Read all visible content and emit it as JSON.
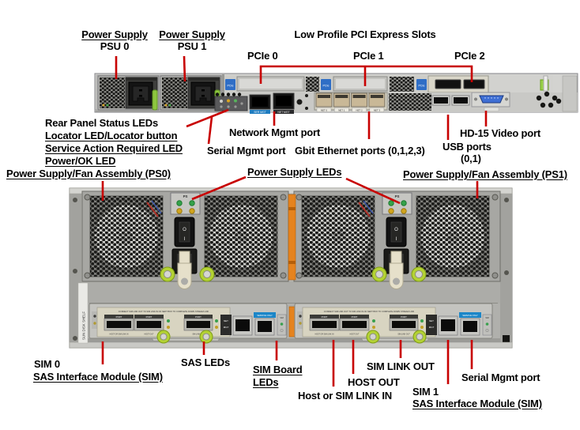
{
  "figure": {
    "callout_color": "#c80000",
    "background": "#ffffff"
  },
  "server": {
    "labels": {
      "psu0_line1": "Power Supply",
      "psu0_line2": "PSU 0",
      "psu1_line1": "Power Supply",
      "psu1_line2": "PSU 1",
      "pci_slots_title": "Low Profile PCI Express Slots",
      "pcie0": "PCIe 0",
      "pcie1": "PCIe 1",
      "pcie2": "PCIe 2",
      "rear_status": "Rear Panel Status LEDs",
      "locator": "Locator LED/Locator button",
      "service_action": "Service Action Required LED",
      "power_ok": "Power/OK LED",
      "network_mgmt": "Network Mgmt port",
      "serial_mgmt": "Serial Mgmt port",
      "gbit_ethernet": "Gbit Ethernet ports (0,1,2,3)",
      "usb_line1": "USB ports",
      "usb_line2": "(0,1)",
      "video": "HD-15 Video port"
    },
    "panel_text": {
      "ser_mgt": "SER MGT",
      "net_mgt": "NET MGT",
      "net_ports": [
        "NET 0",
        "NET 1",
        "NET 2",
        "NET 3"
      ],
      "pcie_sticker": "PCIe"
    }
  },
  "shelf": {
    "labels": {
      "ps0_assembly": "Power Supply/Fan Assembly (PS0)",
      "ps1_assembly": "Power Supply/Fan Assembly (PS1)",
      "ps_leds": "Power Supply LEDs",
      "sim0_line1": "SIM 0",
      "sim0_line2": "SAS Interface Module (SIM)",
      "sas_leds": "SAS LEDs",
      "sim_board_line1": "SIM Board",
      "sim_board_line2": "LEDs",
      "sim_link_out": "SIM LINK OUT",
      "host_out": "HOST OUT",
      "host_or_sim_link_in": "Host or SIM LINK IN",
      "sim1_line1": "SIM 1",
      "sim1_line2": "SAS Interface Module (SIM)",
      "serial_mgmt": "Serial Mgmt port"
    },
    "panel_text": {
      "ps_panel": "PS",
      "switch_o": "O",
      "switch_i": "I",
      "side_label": "SUN DISK SHELF",
      "sim_header": "CONNECT SIM LINK OUT TO SIM LINK IN OF NEXT BOX TO COMPLETE DOWN STREAM LINK",
      "port_label": "PORT",
      "port_a_sub": "HOST OR SIM LINK IN",
      "port_b_sub": "HOST OUT",
      "port_c_sub": "SIM LINK OUT",
      "net_mgt_1": "NET",
      "net_mgt_2": "MGT",
      "service_only": "SERVICE ONLY",
      "sim_panel": "SIM"
    }
  }
}
